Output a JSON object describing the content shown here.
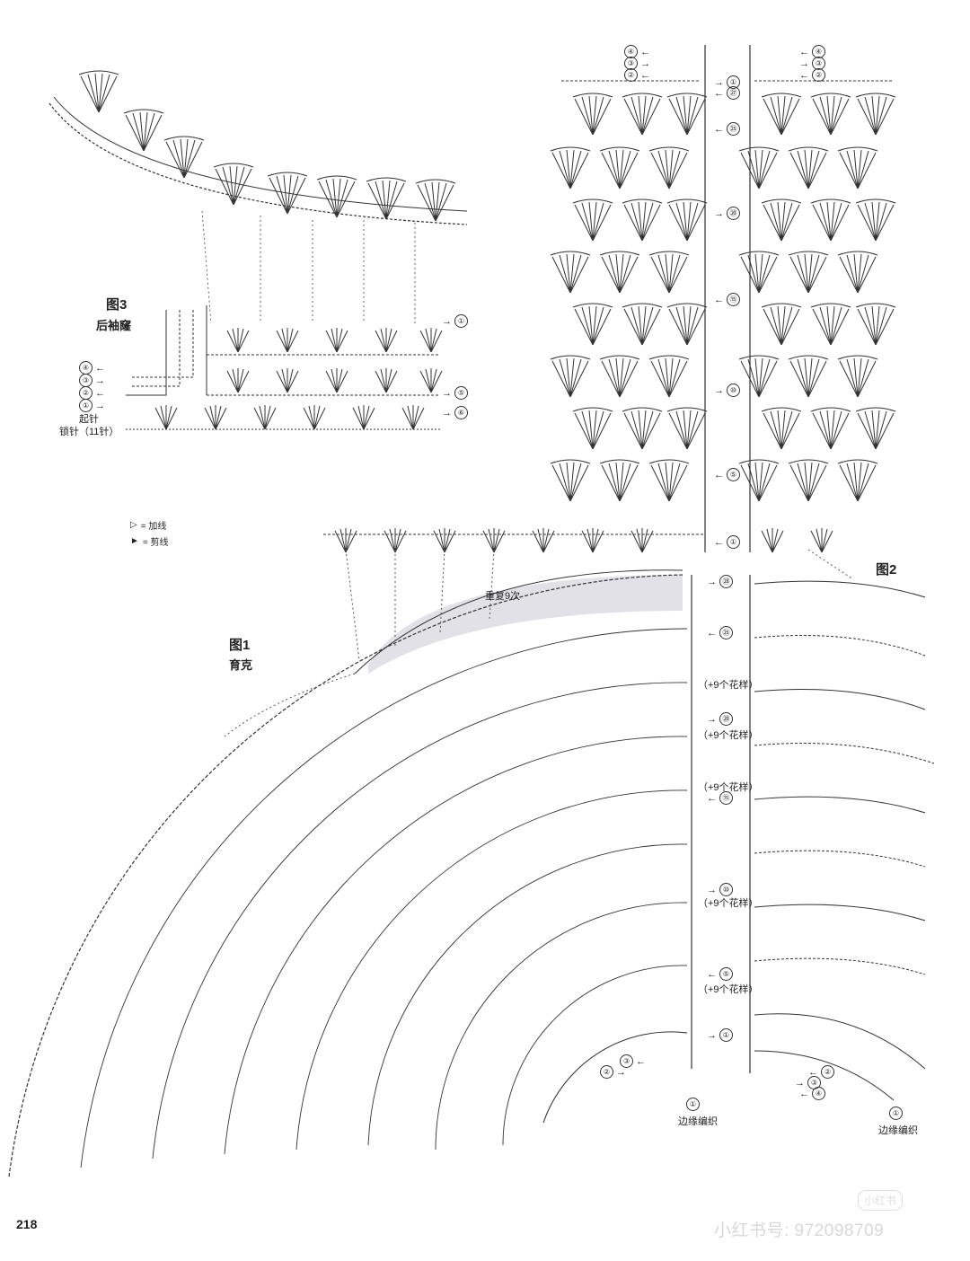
{
  "figure3": {
    "title": "图3",
    "subtitle": "后袖窿",
    "start_label": "起针",
    "chain_label": "锁针（11针）",
    "rows_left": [
      "④",
      "③",
      "②",
      "①"
    ],
    "rows_right": [
      "①",
      "⑤",
      "⑥"
    ]
  },
  "legend": {
    "add_yarn": "= 加线",
    "cut_yarn": "= 剪线"
  },
  "figure1": {
    "title": "图1",
    "subtitle": "育克",
    "repeat_label": "重复9次",
    "row_markers": [
      "㉘",
      "㉕",
      "（+9个花样）",
      "⑳",
      "（+9个花样）",
      "（+9个花样）",
      "⑮",
      "⑩",
      "（+9个花样）",
      "⑤",
      "（+9个花样）",
      "①"
    ],
    "bottom_rows": [
      "②",
      "③"
    ],
    "edge_label": "边缘编织",
    "edge_row": "①"
  },
  "figure2": {
    "title": "图2",
    "edge_label": "边缘编织",
    "edge_row": "①",
    "bottom_rows": [
      "②",
      "③",
      "④"
    ]
  },
  "top_right": {
    "left_rows": [
      "④",
      "③",
      "②"
    ],
    "right_rows": [
      "④",
      "③",
      "②"
    ],
    "center_markers": [
      "①",
      "㉗",
      "㉕",
      "⑳",
      "⑮",
      "⑩",
      "⑤",
      "①"
    ]
  },
  "page_number": "218",
  "watermark": {
    "badge": "小红书",
    "text": "小红书号: 972098709"
  }
}
